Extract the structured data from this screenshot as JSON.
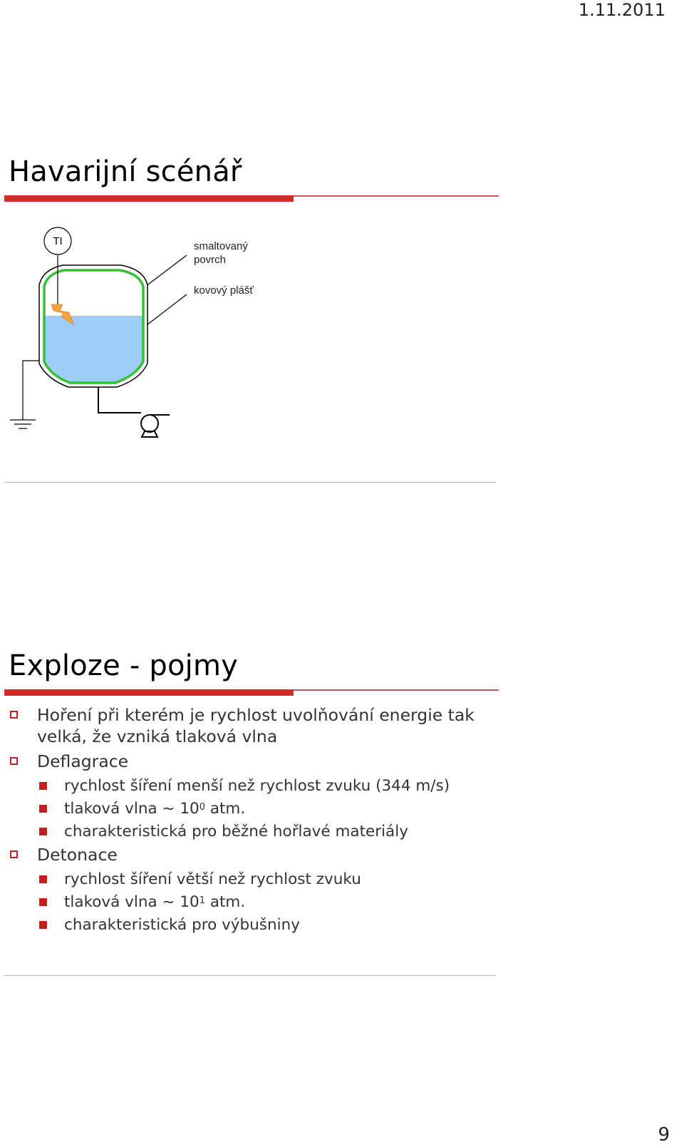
{
  "header": {
    "date": "1.11.2011"
  },
  "slide1": {
    "title": "Havarijní scénář",
    "diagram": {
      "instrument_label": "TI",
      "label_surface": "smaltovaný povrch",
      "label_surface_line1": "smaltovaný",
      "label_surface_line2": "povrch",
      "label_shell": "kovový plášť",
      "colors": {
        "liquid": "#9fcdfa",
        "enamel": "#33c233",
        "spark": "#f4a340",
        "rule": "#d42a2a"
      }
    }
  },
  "slide2": {
    "title": "Exploze - pojmy",
    "bullets": [
      {
        "text": "Hoření při kterém je rychlost uvolňování energie tak velká, že vzniká tlaková vlna"
      },
      {
        "text": "Deflagrace",
        "sub": [
          {
            "text": "rychlost šíření menší než rychlost zvuku (344 m/s)"
          },
          {
            "prefix": "tlaková vlna ~ 10",
            "exp": "0",
            "suffix": " atm."
          },
          {
            "text": "charakteristická pro běžné hořlavé materiály"
          }
        ]
      },
      {
        "text": "Detonace",
        "sub": [
          {
            "text": "rychlost šíření větší než rychlost zvuku"
          },
          {
            "prefix": "tlaková vlna ~ 10",
            "exp": "1",
            "suffix": " atm."
          },
          {
            "text": "charakteristická pro výbušniny"
          }
        ]
      }
    ]
  },
  "footer": {
    "page_number": "9"
  }
}
